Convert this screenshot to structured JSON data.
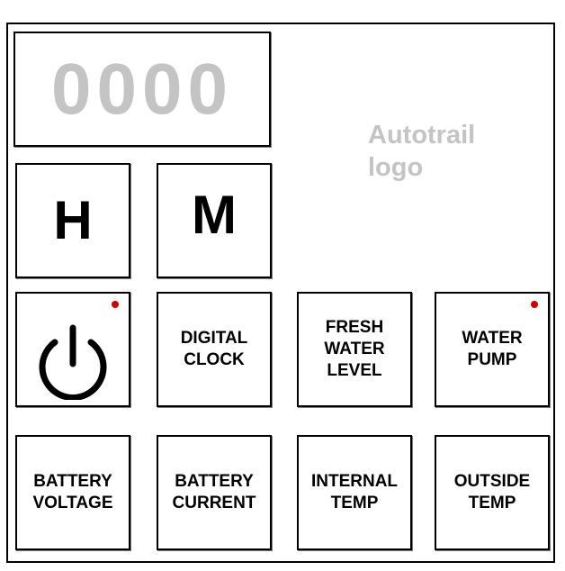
{
  "display": {
    "digits": "0000"
  },
  "logo": {
    "text": "Autotrail\nlogo"
  },
  "buttons": {
    "hours": "H",
    "minutes": "M",
    "digital_clock": "DIGITAL\nCLOCK",
    "fresh_water_level": "FRESH\nWATER\nLEVEL",
    "water_pump": "WATER\nPUMP",
    "battery_voltage": "BATTERY\nVOLTAGE",
    "battery_current": "BATTERY\nCURRENT",
    "internal_temp": "INTERNAL\nTEMP",
    "outside_temp": "OUTSIDE\nTEMP"
  },
  "icons": {
    "power": "power-icon"
  },
  "colors": {
    "indicator": "#cc0000",
    "display_digits": "#c4c4c4",
    "logo": "#c4c4c4"
  }
}
